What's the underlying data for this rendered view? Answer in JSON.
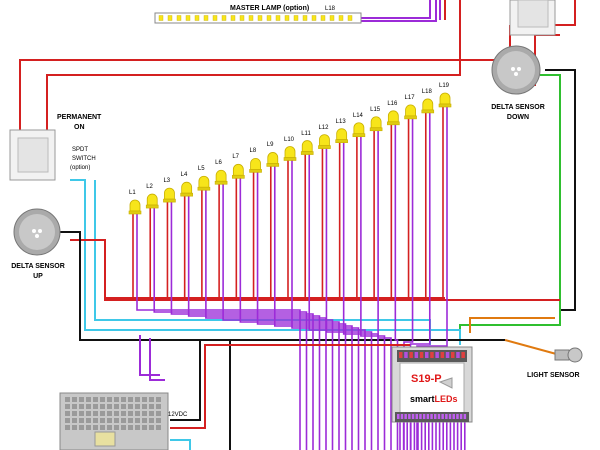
{
  "master_lamp": {
    "label": "MASTER LAMP (option)",
    "tag": "L18"
  },
  "leds": [
    "L1",
    "L2",
    "L3",
    "L4",
    "L5",
    "L6",
    "L7",
    "L8",
    "L9",
    "L10",
    "L11",
    "L12",
    "L13",
    "L14",
    "L15",
    "L16",
    "L17",
    "L18",
    "L19"
  ],
  "switch": {
    "title_line1": "PERMANENT",
    "title_line2": "ON",
    "sub_line1": "SPDT",
    "sub_line2": "SWITCH",
    "sub_line3": "(option)"
  },
  "sensor_up": {
    "line1": "DELTA SENSOR",
    "line2": "UP"
  },
  "sensor_down": {
    "line1": "DELTA SENSOR",
    "line2": "DOWN"
  },
  "light_sensor": {
    "label": "LIGHT SENSOR"
  },
  "controller": {
    "model": "S19-P",
    "brand_prefix": "smart",
    "brand_highlight": "LEDs",
    "brand_suffix": ""
  },
  "power_supply": {
    "label": "12VDC"
  },
  "colors": {
    "red": "#d42020",
    "purple": "#9c2bd8",
    "cyan": "#3fc8e8",
    "green": "#2fbf2f",
    "orange": "#e07a10",
    "black": "#111111",
    "led_yellow": "#f7e51a",
    "controller_red": "#e01818"
  }
}
